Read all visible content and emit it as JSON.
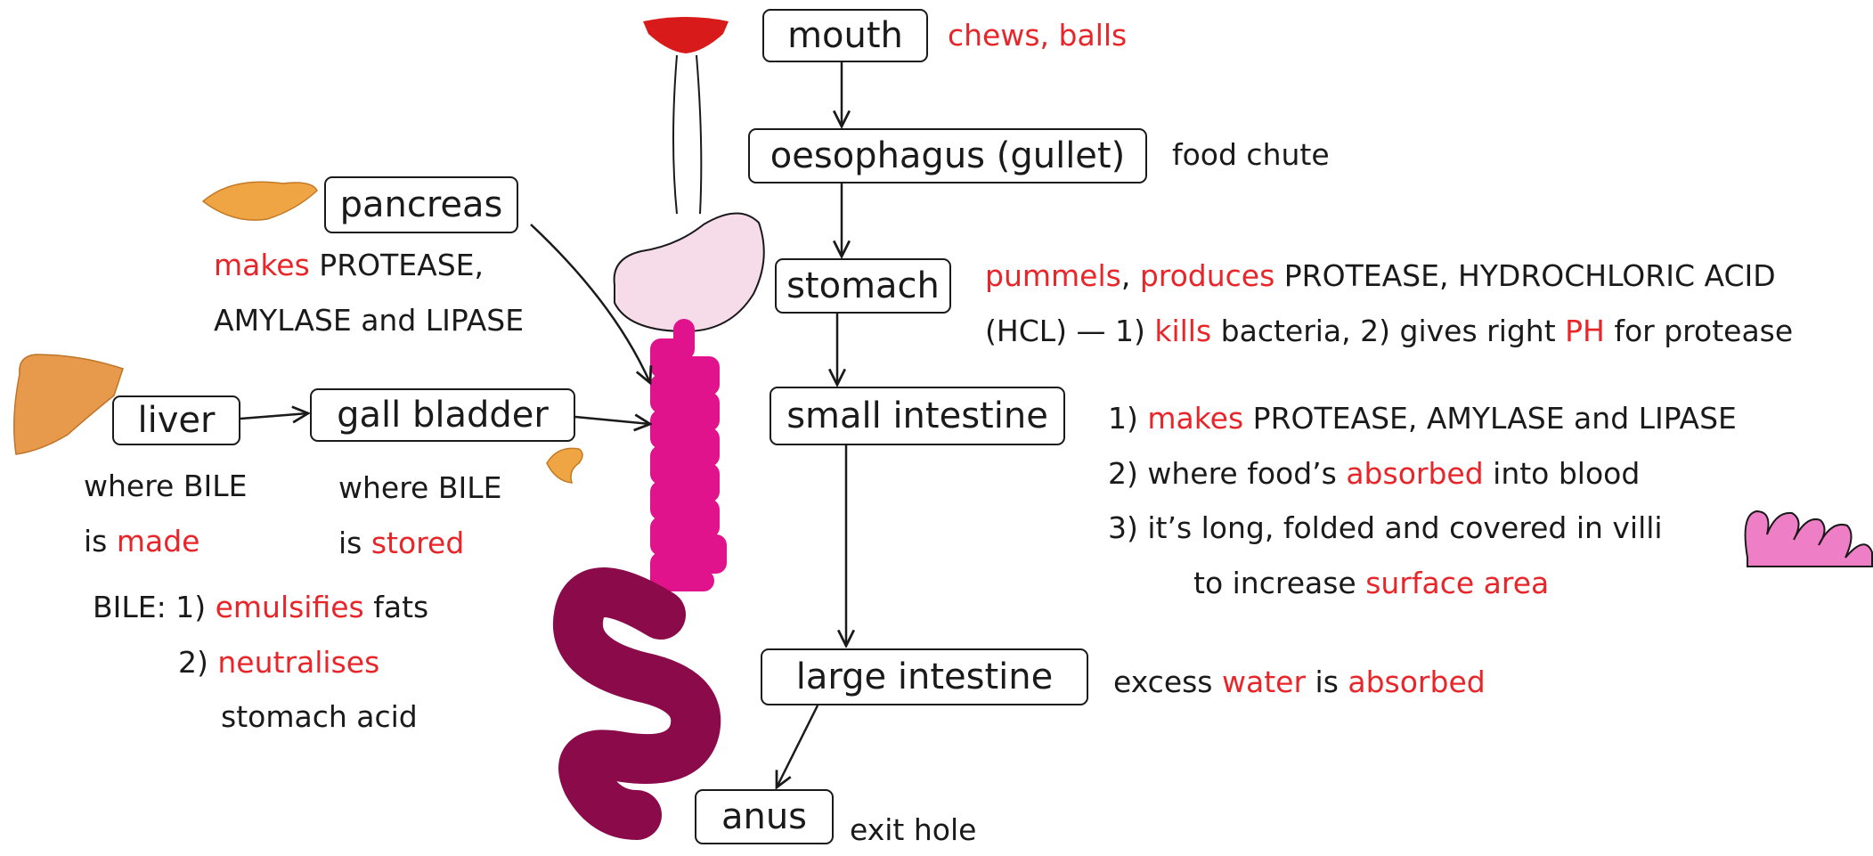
{
  "colors": {
    "ink": "#1a1a1a",
    "highlight": "#e8262a",
    "mouth": "#d81a1a",
    "stomach": "#f6dbe8",
    "small_intestine": "#e0138c",
    "large_intestine": "#8b0a4a",
    "liver": "#e79a4b",
    "pancreas": "#f0a544",
    "villi": "#ee7fc6"
  },
  "organs": {
    "mouth": "mouth",
    "oesophagus": "oesophagus (gullet)",
    "stomach": "stomach",
    "small_intestine": "small intestine",
    "large_intestine": "large intestine",
    "anus": "anus",
    "pancreas": "pancreas",
    "liver": "liver",
    "gall_bladder": "gall bladder"
  },
  "notes": {
    "mouth": {
      "a": "chews",
      "b": ", ",
      "c": "balls"
    },
    "oesophagus": "food chute",
    "stomach": {
      "a": "pummels",
      "b": ", ",
      "c": "produces",
      "d": " PROTEASE, HYDROCHLORIC ACID",
      "e": "(HCL) — 1) ",
      "f": "kills",
      "g": " bacteria, 2) gives right ",
      "h": "PH",
      "i": " for protease"
    },
    "small_intestine": {
      "a": "1) ",
      "b": "makes",
      "c": " PROTEASE, AMYLASE and LIPASE",
      "d": "2) where food’s ",
      "e": "absorbed",
      "f": " into blood",
      "g": "3) it’s long, folded and covered in villi",
      "h": "to increase ",
      "i": "surface area"
    },
    "large_intestine": {
      "a": "excess ",
      "b": "water",
      "c": " is ",
      "d": "absorbed"
    },
    "anus": "exit hole",
    "pancreas": {
      "a": "makes",
      "b": " PROTEASE,",
      "c": "AMYLASE and LIPASE"
    },
    "liver": {
      "a": "where BILE",
      "b": "is ",
      "c": "made"
    },
    "gall_bladder": {
      "a": "where BILE",
      "b": "is ",
      "c": "stored"
    },
    "bile": {
      "a": "BILE: 1) ",
      "b": "emulsifies",
      "c": " fats",
      "d": "2) ",
      "e": "neutralises",
      "f": "stomach acid"
    }
  }
}
